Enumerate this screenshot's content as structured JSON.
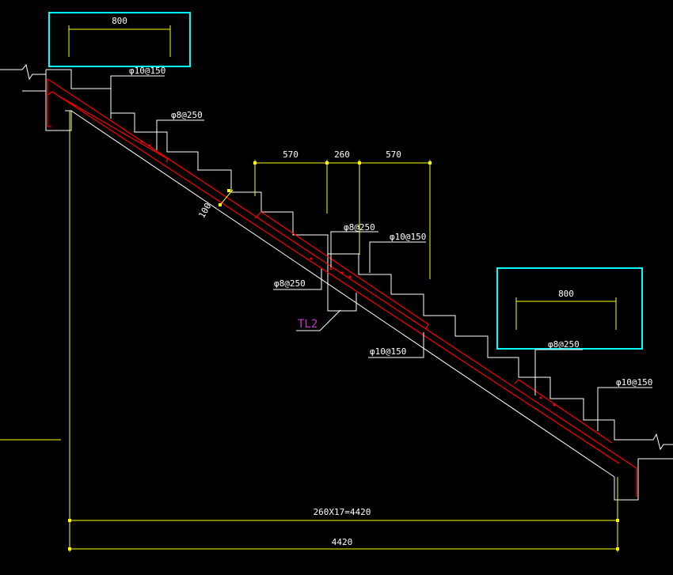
{
  "colors": {
    "background": "#000000",
    "outline": "#ffffff",
    "dimension": "#ffff00",
    "rebar": "#ff0000",
    "box": "#00ffff",
    "beam_tag": "#cc33cc"
  },
  "dimensions": {
    "top_box_width": "800",
    "bottom_box_width": "800",
    "seg_left": "570",
    "seg_mid": "260",
    "seg_right": "570",
    "thickness": "100",
    "steps_total": "260X17=4420",
    "overall": "4420"
  },
  "rebar_labels": {
    "r1": "φ10@150",
    "r2": "φ8@250",
    "r3": "φ8@250",
    "r4": "φ10@150",
    "r5": "φ8@250",
    "r6": "φ10@150",
    "r7": "φ8@250",
    "r8": "φ10@150"
  },
  "beam_tag": "TL2"
}
